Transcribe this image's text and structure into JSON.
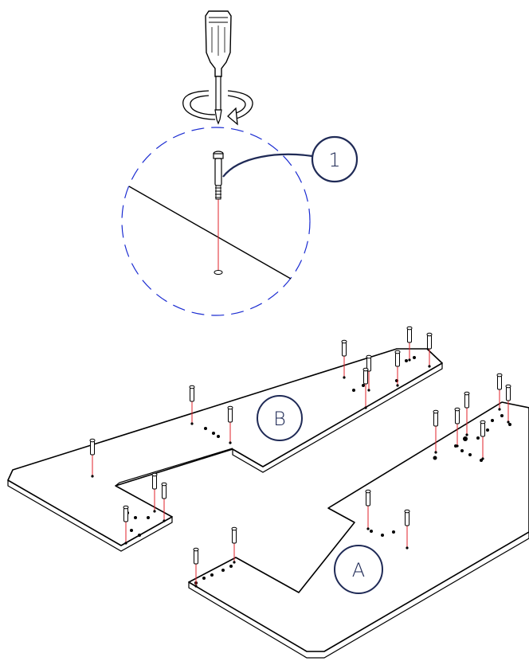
{
  "diagram": {
    "steps": {
      "detail_callout": {
        "label": "1"
      },
      "panel_a": {
        "label": "A"
      },
      "panel_b": {
        "label": "B"
      }
    },
    "colors": {
      "outline": "#000000",
      "callout_circle": "#1f2a56",
      "detail_circle_dash": "#1a2bd1",
      "guide_line": "#e0202a"
    },
    "icons": [
      "screwdriver-icon",
      "rotation-arrow-icon",
      "cam-bolt-icon"
    ]
  }
}
